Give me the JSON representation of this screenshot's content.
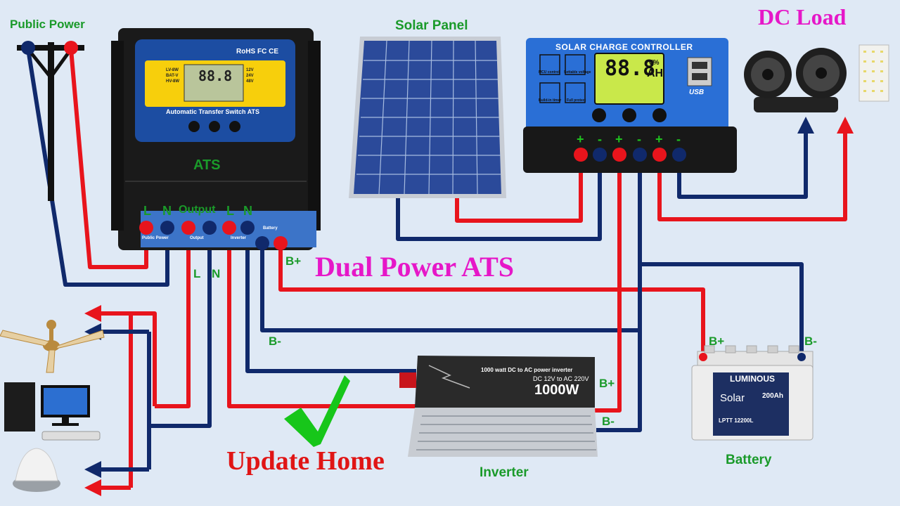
{
  "title": "Dual Power ATS",
  "subtitle": "Update Home",
  "labels": {
    "public_power": "Public Power",
    "solar_panel": "Solar Panel",
    "dc_load": "DC Load",
    "ats": "ATS",
    "output": "Output",
    "inverter": "Inverter",
    "battery": "Battery"
  },
  "ats_unit": {
    "certs": "RoHS FC CE",
    "name": "Automatic Transfer Switch ATS",
    "display": "88.8",
    "display_left": "LV-8W\nBAT-V\nHV-8W",
    "display_right": "12V\n24V\n48V",
    "terminals": [
      "L",
      "N",
      "L",
      "N"
    ],
    "terminal_labels": [
      "Public Power",
      "Output",
      "Inverter",
      "Battery"
    ]
  },
  "charge_controller": {
    "title": "SOLAR CHARGE CONTROLLER",
    "display": "88.8",
    "display_unit_top": "V%",
    "display_unit_bottom": "AH",
    "usb": "USB",
    "buttons": [
      "MCU control",
      "Settable voltage",
      "Build-in timer",
      "Full protect"
    ],
    "terminals": [
      "+",
      "-",
      "+",
      "-",
      "+",
      "-"
    ]
  },
  "inverter_unit": {
    "model_line": "1000 watt DC to AC power inverter",
    "spec_line": "DC 12V to AC 220V",
    "power": "1000W"
  },
  "battery_unit": {
    "brand": "LUMINOUS",
    "series": "Solar",
    "capacity": "200Ah",
    "model": "LPTT 12200L"
  },
  "wire_labels": {
    "ats_b_plus": "B+",
    "ats_b_minus": "B-",
    "output_l": "L",
    "output_n": "N",
    "inv_b_plus": "B+",
    "inv_b_minus": "B-",
    "bat_b_plus": "B+",
    "bat_b_minus": "B-"
  },
  "colors": {
    "positive": "#e8141c",
    "negative": "#10296b",
    "title_magenta": "#e617c8",
    "update_red": "#e01515",
    "label_green": "#1a9a2a",
    "check_green": "#17c61a"
  }
}
